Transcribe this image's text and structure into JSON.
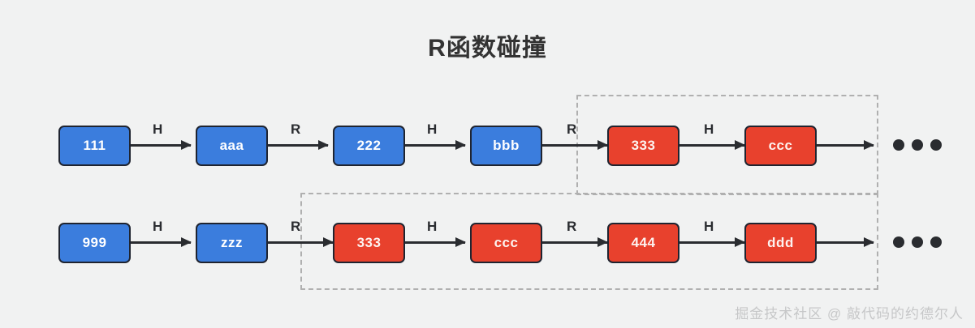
{
  "page": {
    "title": "R函数碰撞",
    "background_color": "#f1f2f2"
  },
  "colors": {
    "blue_node": "#3b7ddd",
    "red_node": "#e8412d",
    "node_border": "#1f2430",
    "arrow": "#2a2c30",
    "dashed_group": "#b0b0b0",
    "title_text": "#333333",
    "watermark_text": "#c6c7c8"
  },
  "chains": [
    {
      "id": "chain-top",
      "nodes": [
        {
          "label": "111",
          "color": "blue"
        },
        {
          "label": "aaa",
          "color": "blue"
        },
        {
          "label": "222",
          "color": "blue"
        },
        {
          "label": "bbb",
          "color": "blue"
        },
        {
          "label": "333",
          "color": "red"
        },
        {
          "label": "ccc",
          "color": "red"
        }
      ],
      "edge_labels": [
        "H",
        "R",
        "H",
        "R",
        "H",
        ""
      ],
      "trailing_ellipsis": "•••"
    },
    {
      "id": "chain-bottom",
      "nodes": [
        {
          "label": "999",
          "color": "blue"
        },
        {
          "label": "zzz",
          "color": "blue"
        },
        {
          "label": "333",
          "color": "red"
        },
        {
          "label": "ccc",
          "color": "red"
        },
        {
          "label": "444",
          "color": "red"
        },
        {
          "label": "ddd",
          "color": "red"
        }
      ],
      "edge_labels": [
        "H",
        "R",
        "H",
        "R",
        "H",
        ""
      ],
      "trailing_ellipsis": "•••"
    }
  ],
  "groups": [
    {
      "id": "collision-group-top",
      "note": ""
    },
    {
      "id": "collision-group-bottom",
      "note": ""
    }
  ],
  "watermark": {
    "text": "掘金技术社区 @ 敲代码的约德尔人"
  }
}
